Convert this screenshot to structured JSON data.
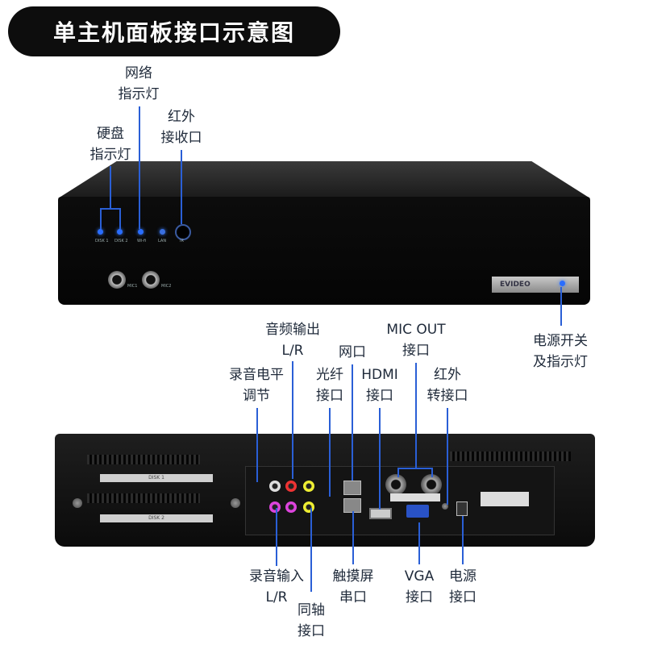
{
  "title": "单主机面板接口示意图",
  "front_labels": {
    "network": [
      "网络",
      "指示灯"
    ],
    "hdd": [
      "硬盘",
      "指示灯"
    ],
    "ir": [
      "红外",
      "接收口"
    ],
    "power": [
      "电源开关",
      "及指示灯"
    ]
  },
  "front_panel_text": {
    "disk1": "DISK 1",
    "disk2": "DISK 2",
    "wifi": "Wi-fi",
    "lan": "LAN",
    "ir": "IR",
    "mic1": "MIC1",
    "mic2": "MIC2",
    "brand": "EVIDEO"
  },
  "back_labels_top": {
    "audio_out": [
      "音频输出",
      "L/R"
    ],
    "rec_level": [
      "录音电平",
      "调节"
    ],
    "optical": [
      "光纤",
      "接口"
    ],
    "lan": [
      "网口"
    ],
    "hdmi": [
      "HDMI",
      "接口"
    ],
    "mic_out": [
      "MIC OUT",
      "接口"
    ],
    "ir_ext": [
      "红外",
      "转接口"
    ]
  },
  "back_labels_bottom": {
    "rec_in": [
      "录音输入",
      "L/R"
    ],
    "coax": [
      "同轴",
      "接口"
    ],
    "touch": [
      "触摸屏",
      "串口"
    ],
    "vga": [
      "VGA",
      "接口"
    ],
    "power": [
      "电源",
      "接口"
    ]
  },
  "back_panel_text": {
    "disk1": "DISK 1",
    "disk2": "DISK 2"
  },
  "colors": {
    "accent": "#2a5fd6",
    "led": "#2a6dff",
    "vga": "#2952c6"
  }
}
